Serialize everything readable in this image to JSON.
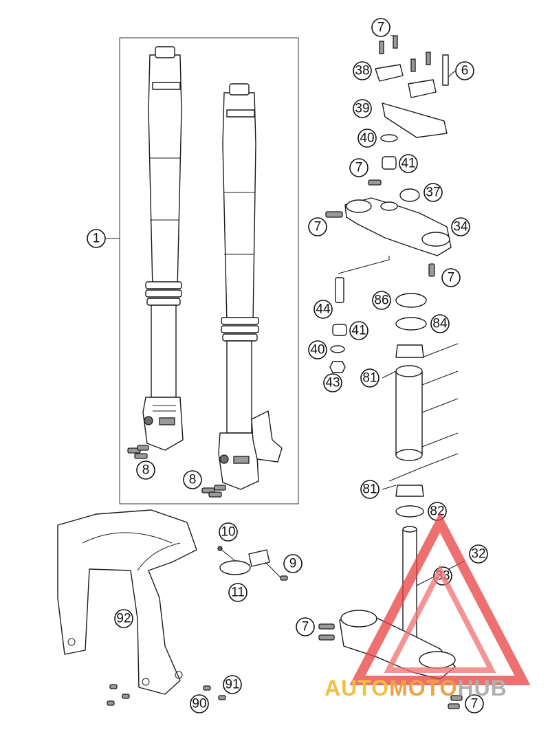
{
  "callouts": {
    "c1": "1",
    "c8a": "8",
    "c8b": "8",
    "c7a": "7",
    "c6": "6",
    "c38": "38",
    "c39": "39",
    "c40a": "40",
    "c41a": "41",
    "c7b": "7",
    "c37": "37",
    "c7c": "7",
    "c34": "34",
    "c7d": "7",
    "c44": "44",
    "c86": "86",
    "c84": "84",
    "c41b": "41",
    "c40b": "40",
    "c43": "43",
    "c81a": "81",
    "c81b": "81",
    "c82": "82",
    "c32": "32",
    "c33": "33",
    "c10": "10",
    "c9": "9",
    "c11": "11",
    "c92": "92",
    "c91": "91",
    "c90": "90",
    "c7e": "7",
    "c7f": "7"
  },
  "watermark": {
    "part1": "AUTO",
    "part2": "MOTO",
    "part3": "HUB",
    "color_primary": "#f0c040",
    "color_accent": "#e03030",
    "color_last": "#b0b0b0"
  }
}
